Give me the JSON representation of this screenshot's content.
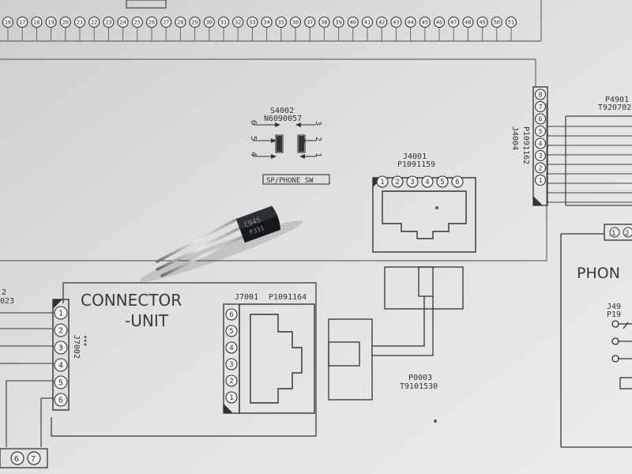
{
  "top_pin_numbers": [
    "16",
    "17",
    "18",
    "19",
    "20",
    "21",
    "22",
    "23",
    "24",
    "25",
    "26",
    "27",
    "28",
    "29",
    "30",
    "31",
    "32",
    "33",
    "34",
    "35",
    "36",
    "37",
    "38",
    "39",
    "40",
    "41",
    "42",
    "43",
    "44",
    "45",
    "46",
    "47",
    "48",
    "49",
    "50",
    "51"
  ],
  "s4002": {
    "ref": "S4002",
    "part": "N6090057",
    "caption": "SP/PHONE SW",
    "left_pins": [
      "6",
      "5",
      "4"
    ],
    "right_pins": [
      "3",
      "2",
      "1"
    ]
  },
  "j4001": {
    "ref": "J4001",
    "part": "P1091159",
    "pins": [
      "1",
      "2",
      "3",
      "4",
      "5",
      "6"
    ]
  },
  "j4004": {
    "ref": "J4004",
    "part": "P1091162",
    "pins": [
      "1",
      "2",
      "3",
      "4",
      "5",
      "6",
      "7",
      "8"
    ]
  },
  "p4901": {
    "ref": "P4901",
    "part": "T920702"
  },
  "right_lower": {
    "pins": [
      "1",
      "2"
    ],
    "heading": "PHON",
    "ref_partial": "J49",
    "part_partial": "P19"
  },
  "connector_unit": {
    "line1": "CONNECTOR",
    "line2": "-UNIT"
  },
  "j7001": {
    "ref": "J7001",
    "part": "P1091164",
    "pins": [
      "1",
      "2",
      "3",
      "4",
      "5",
      "6"
    ]
  },
  "j7002": {
    "ref": "J7002",
    "stars": "★★★",
    "pins": [
      "1",
      "2",
      "3",
      "4",
      "5",
      "6"
    ]
  },
  "left_partial": {
    "line1": "2",
    "line2": "023"
  },
  "bottom_left_pins": [
    "6",
    "7"
  ],
  "p0003": {
    "ref": "P0003",
    "part": "T9101530"
  },
  "transistor": {
    "marking_top": "C945",
    "marking_bottom": "P331"
  }
}
